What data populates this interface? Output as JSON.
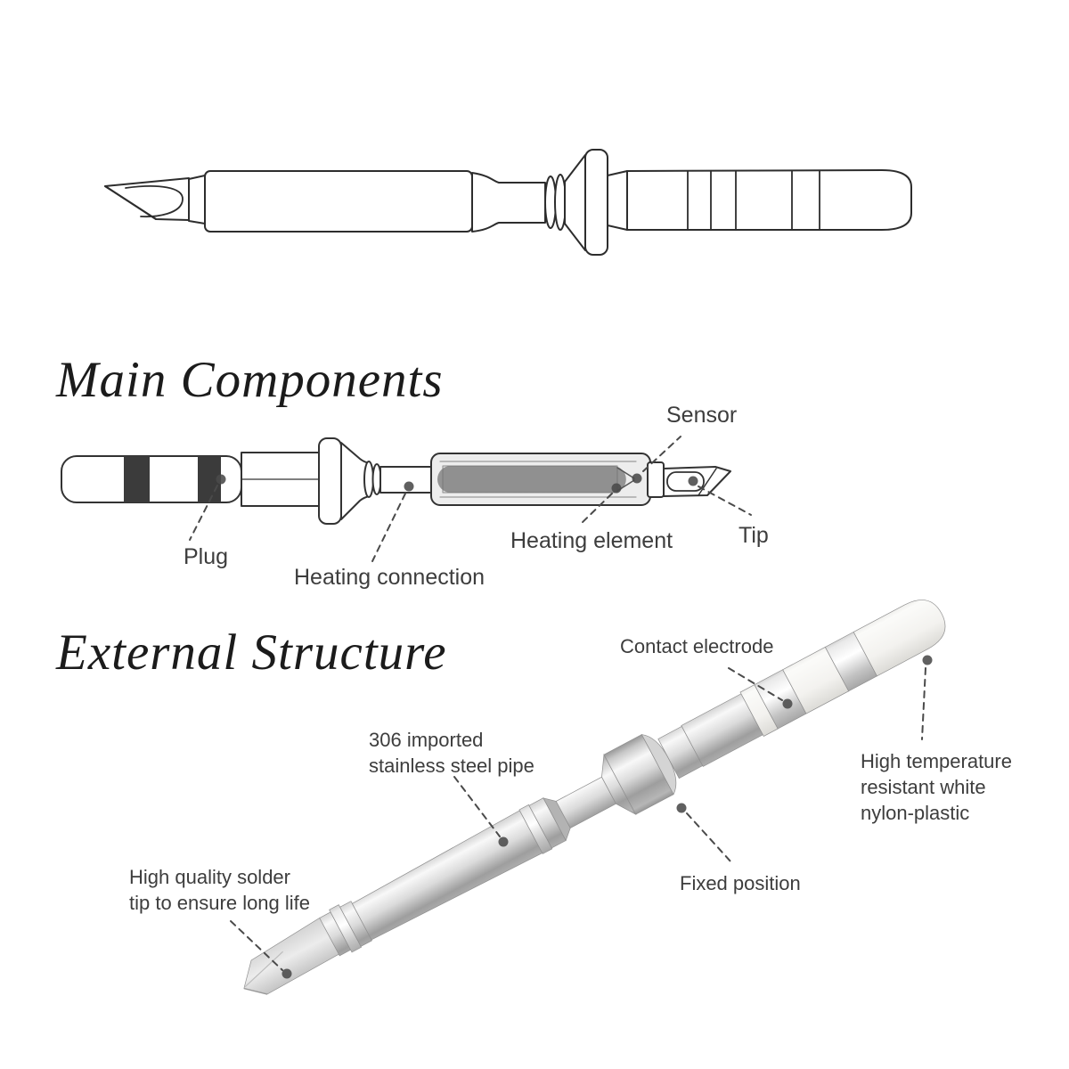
{
  "headings": {
    "main_components": "Main Components",
    "external_structure": "External Structure"
  },
  "main_components_labels": {
    "plug": "Plug",
    "heating_connection": "Heating connection",
    "heating_element": "Heating element",
    "sensor": "Sensor",
    "tip": "Tip"
  },
  "external_structure_labels": {
    "contact_electrode": "Contact electrode",
    "stainless_pipe": "306 imported\nstainless steel pipe",
    "nylon_plastic": "High temperature\nresistant white\nnylon-plastic",
    "fixed_position": "Fixed position",
    "solder_tip": "High quality solder\ntip to ensure long life"
  },
  "colors": {
    "background": "#ffffff",
    "line_art_ink": "#2d2d2d",
    "label_text": "#3d3d3d",
    "heading_text": "#1b1b1b",
    "leader_line": "#4a4a4a",
    "plug_band_dark": "#3b3b3b",
    "heater_housing_fill": "#ededed",
    "metal_mid": "#c6c6c6",
    "metal_dark": "#8d8d8d",
    "plastic_white": "#f7f6f3"
  }
}
